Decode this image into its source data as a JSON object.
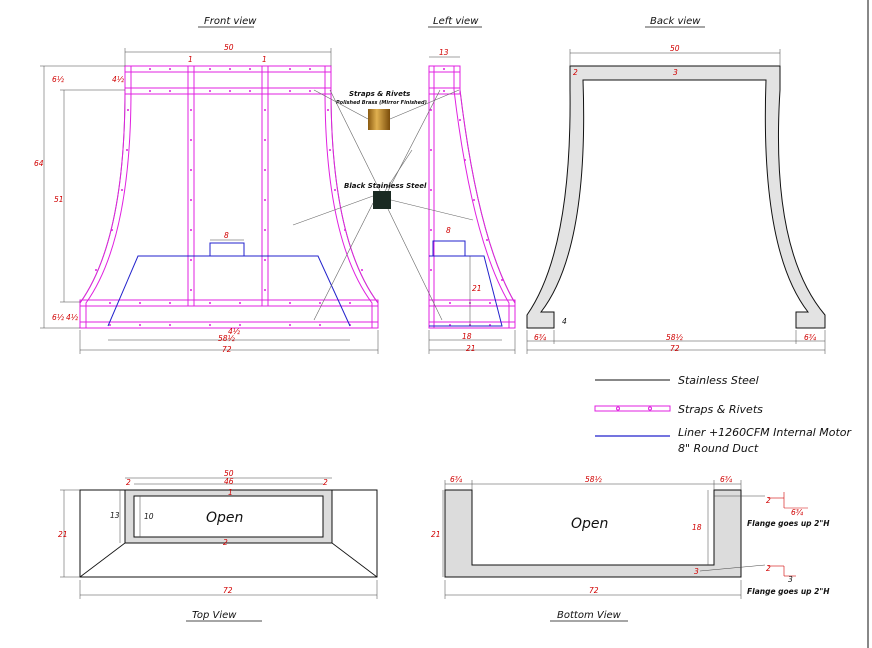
{
  "views": {
    "front": "Front view",
    "left": "Left view",
    "back": "Back view",
    "top": "Top View",
    "bottom": "Bottom View"
  },
  "callouts": {
    "straps_title": "Straps & Rivets",
    "straps_sub": "Polished Brass (Mirror Finished)",
    "black_ss": "Black Stainless Steel"
  },
  "legend": {
    "ss": "Stainless Steel",
    "straps": "Straps & Rivets",
    "liner1": "Liner +1260CFM Internal Motor",
    "liner2": "8\" Round Duct"
  },
  "front": {
    "top_width": "50",
    "height": "64",
    "mid_height": "51",
    "top_band": "6½",
    "top_band_inner": "4½",
    "bottom_band": "6½",
    "bottom_band_inner": "4½",
    "strap1": "1",
    "strap2": "1",
    "duct": "8",
    "inner_bottom": "58½",
    "bottom_width": "72",
    "mid_small": "4½"
  },
  "left": {
    "top_width": "13",
    "duct": "8",
    "liner_h": "21",
    "liner_w": "18",
    "bottom_width": "21"
  },
  "back": {
    "top_width": "50",
    "thickness_left": "2",
    "thickness_top": "3",
    "leg_h": "4",
    "leg_left": "6¾",
    "inner": "58½",
    "leg_right": "6¾",
    "width": "72"
  },
  "top": {
    "outer_top": "50",
    "inner_top": "46",
    "left_gap": "2",
    "right_gap": "2",
    "center": "1",
    "depth": "21",
    "inner_depth": "13",
    "open_depth": "10",
    "bottom_gap": "2",
    "width": "72",
    "open": "Open"
  },
  "bottom": {
    "left": "6¾",
    "middle": "58½",
    "right": "6¾",
    "depth": "21",
    "inner_depth": "18",
    "wall": "3",
    "width": "72",
    "open": "Open",
    "flange1_a": "2",
    "flange1_b": "6¾",
    "flange1_text": "Flange goes up 2\"H",
    "flange2_a": "2",
    "flange2_b": "3",
    "flange2_text": "Flange goes up 2\"H"
  }
}
